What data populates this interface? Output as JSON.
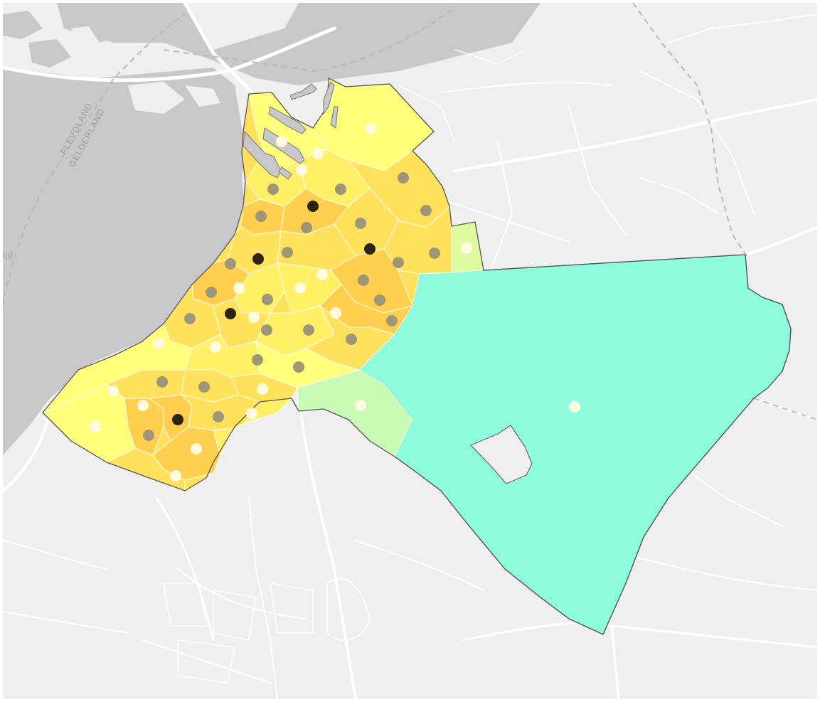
{
  "map": {
    "labels": {
      "province_north": "FLEVOLAND",
      "province_south": "GELDERLAND",
      "left_edge_fragment": "ijd"
    },
    "colors": {
      "water": "#c8c8cb",
      "land": "#efefef",
      "roads": "#ffffff",
      "border": "#666666",
      "choropleth_lightest": "#ffff7a",
      "choropleth_light": "#fff066",
      "choropleth_mid": "#ffe15c",
      "choropleth_dark": "#ffcf4d",
      "choropleth_green_light": "#ddfca0",
      "choropleth_green": "#c8fcb4",
      "choropleth_aqua": "#8cfcdc",
      "dot_white": "#fffbe0",
      "dot_gray": "#9e9678",
      "dot_black": "#2b2510"
    },
    "dot_classes": [
      "white",
      "gray",
      "black"
    ]
  }
}
